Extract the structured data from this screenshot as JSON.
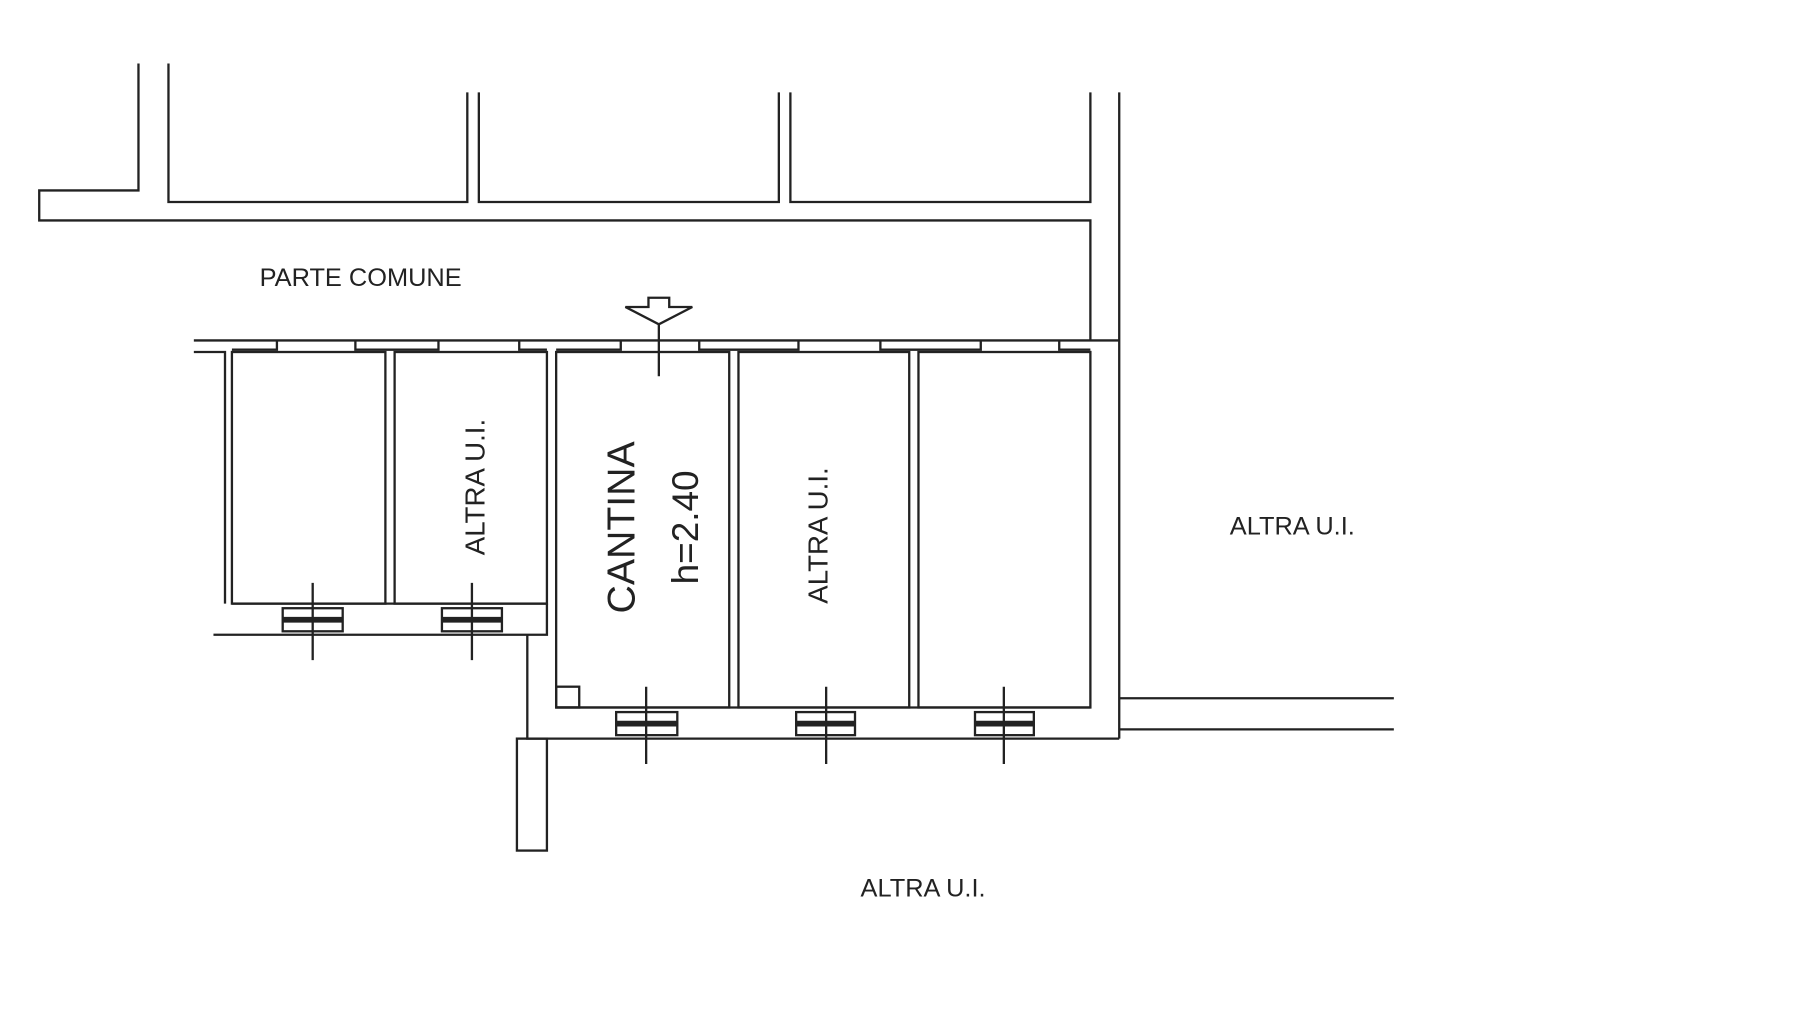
{
  "plan": {
    "common_area_label": "PARTE COMUNE",
    "cellar_label": "CANTINA",
    "cellar_height": "h=2.40",
    "other_unit_cell_2": "ALTRA U.I.",
    "other_unit_cell_4": "ALTRA U.I.",
    "other_unit_right": "ALTRA U.I.",
    "other_unit_bottom": "ALTRA U.I."
  },
  "colors": {
    "line": "#222222",
    "background": "#ffffff"
  }
}
